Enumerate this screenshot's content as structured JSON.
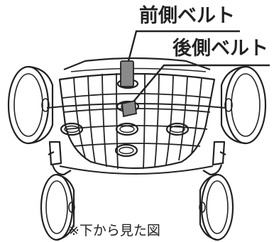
{
  "labels": {
    "front_belt": "前側ベルト",
    "rear_belt": "後側ベルト",
    "view_note": "※下から見た図"
  },
  "colors": {
    "line": "#222222",
    "belt_fill": "#8a8a8a",
    "background": "#ffffff"
  }
}
